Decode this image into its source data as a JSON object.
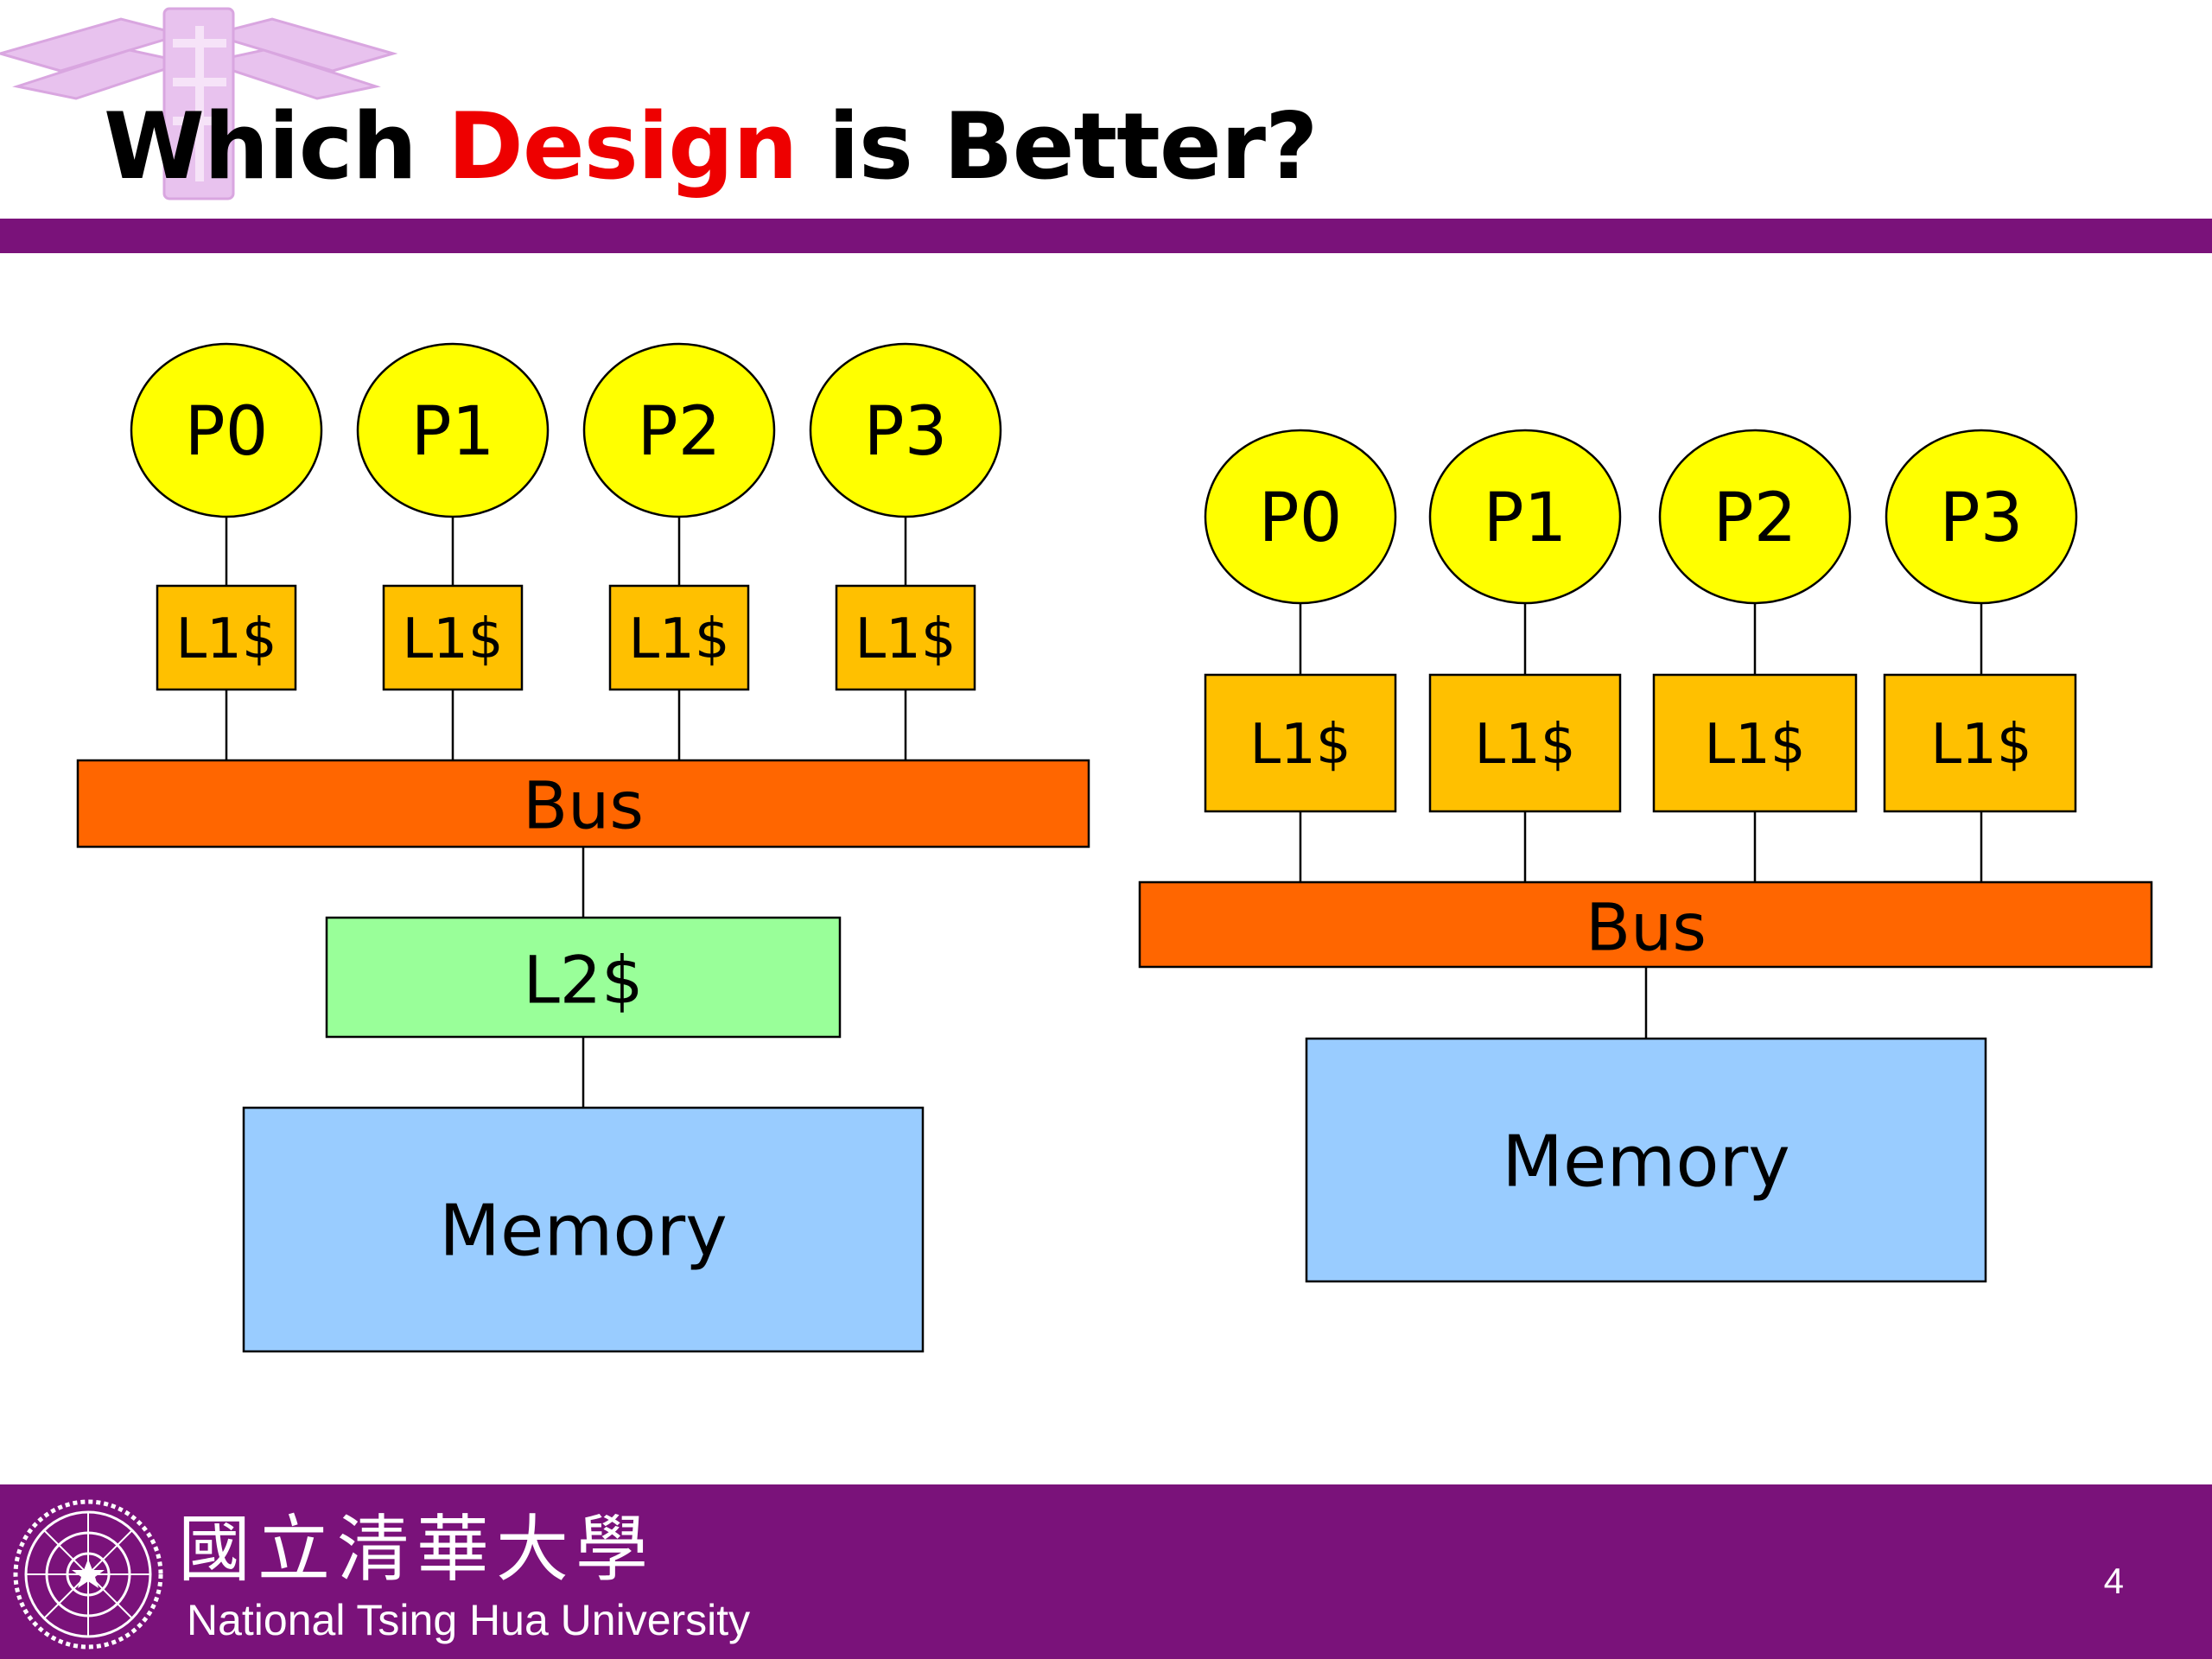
{
  "slide": {
    "title_pre": "Which ",
    "title_accent": "Design",
    "title_post": " is Better?",
    "page_number": "4"
  },
  "left_design": {
    "processors": [
      "P0",
      "P1",
      "P2",
      "P3"
    ],
    "l1_caches": [
      "L1$",
      "L1$",
      "L1$",
      "L1$"
    ],
    "bus": "Bus",
    "l2_cache": "L2$",
    "memory": "Memory"
  },
  "right_design": {
    "processors": [
      "P0",
      "P1",
      "P2",
      "P3"
    ],
    "l1_caches": [
      "L1$",
      "L1$",
      "L1$",
      "L1$"
    ],
    "bus": "Bus",
    "memory": "Memory"
  },
  "footer": {
    "university_name_zh": "國立清華大學",
    "university_name_en": "National Tsing Hua University"
  },
  "colors": {
    "theme_purple": "#7a127a",
    "title_accent": "#ee0000",
    "processor": "#ffff00",
    "l1_cache": "#ffc000",
    "bus": "#ff6600",
    "l2_cache": "#99ff99",
    "memory": "#99ccff"
  }
}
